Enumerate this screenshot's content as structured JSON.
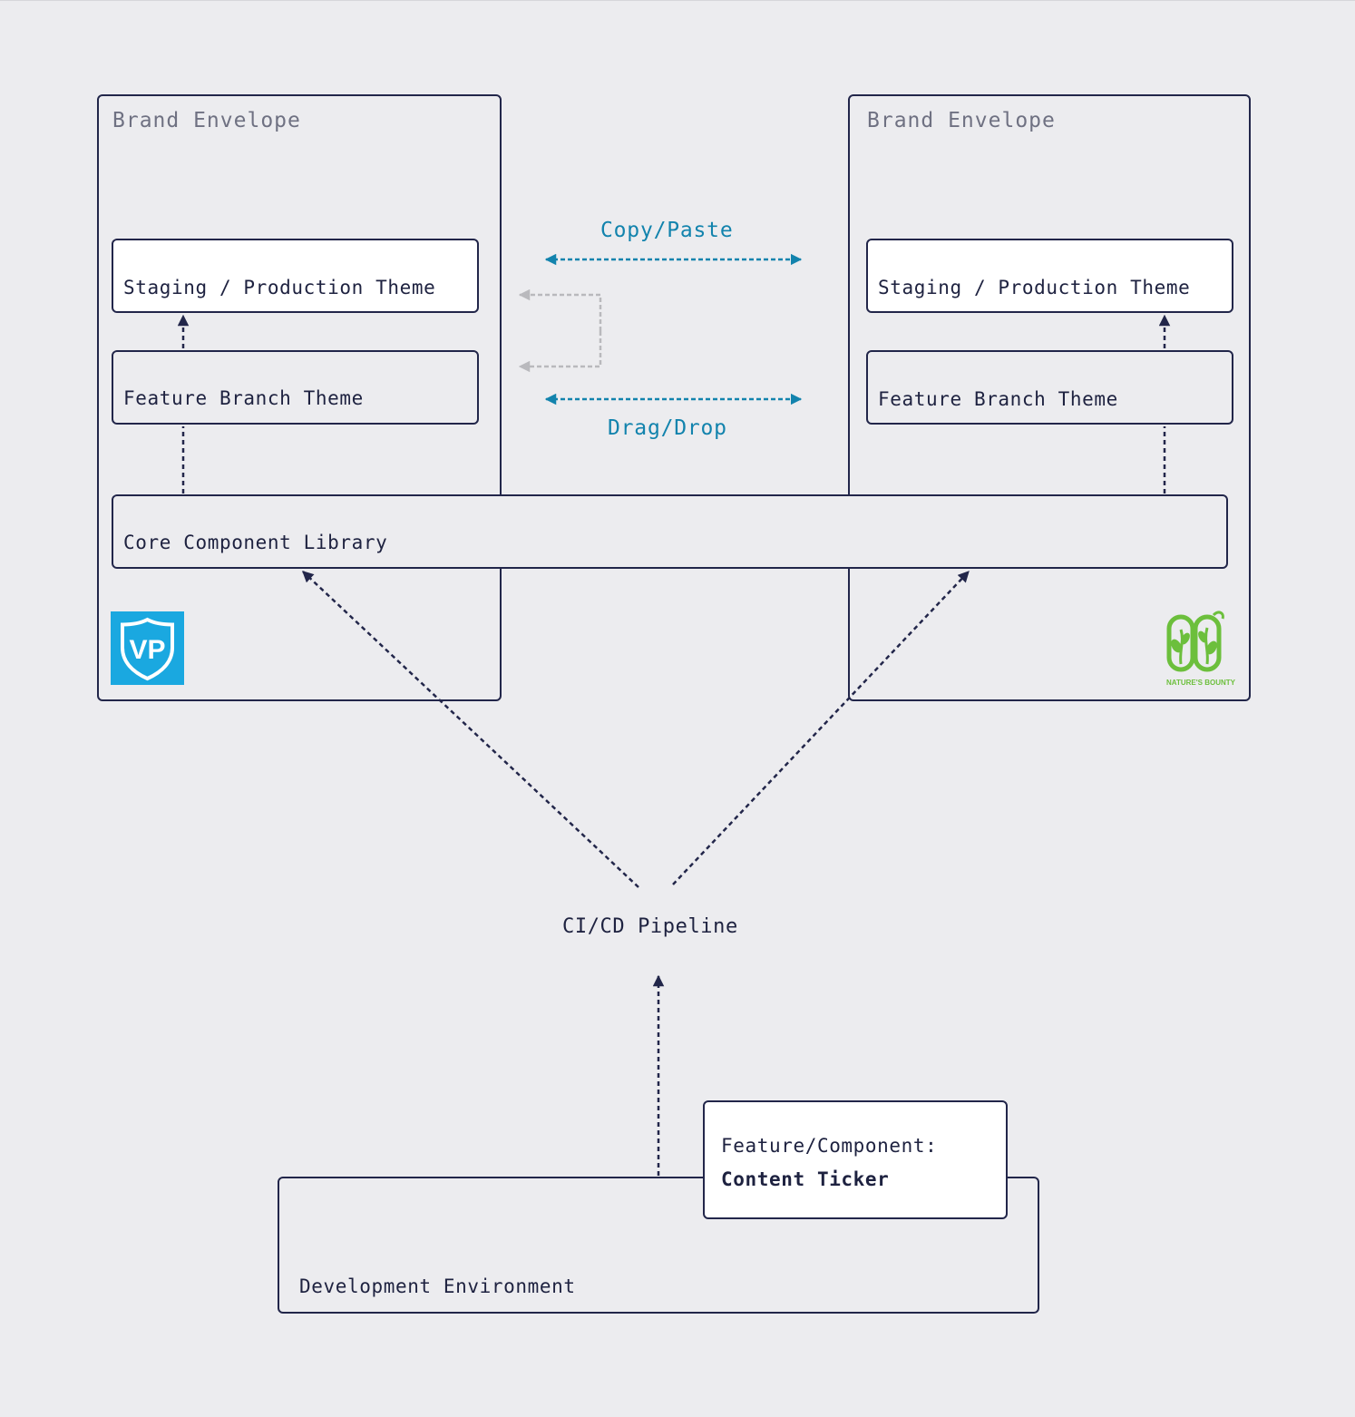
{
  "left_envelope": {
    "title": "Brand Envelope",
    "staging_label": "Staging / Production Theme",
    "feature_label": "Feature Branch Theme",
    "logo_icon": "vp-shield-logo",
    "logo_text": "VP",
    "logo_color": "#1aa8e0"
  },
  "right_envelope": {
    "title": "Brand Envelope",
    "staging_label": "Staging / Production Theme",
    "feature_label": "Feature Branch Theme",
    "logo_icon": "natures-bounty-logo",
    "logo_text": "NATURE'S BOUNTY",
    "logo_color": "#6cbf3c"
  },
  "core_library": {
    "label": "Core Component Library"
  },
  "sync": {
    "copy_label": "Copy/Paste",
    "drag_label": "Drag/Drop",
    "accent": "#1283ad",
    "muted": "#b9b9bd"
  },
  "pipeline": {
    "label": "CI/CD Pipeline"
  },
  "dev_env": {
    "label": "Development Environment"
  },
  "feature_card": {
    "prefix": "Feature/Component:",
    "name": "Content Ticker"
  },
  "colors": {
    "ink": "#22264a",
    "background": "#ececef"
  }
}
